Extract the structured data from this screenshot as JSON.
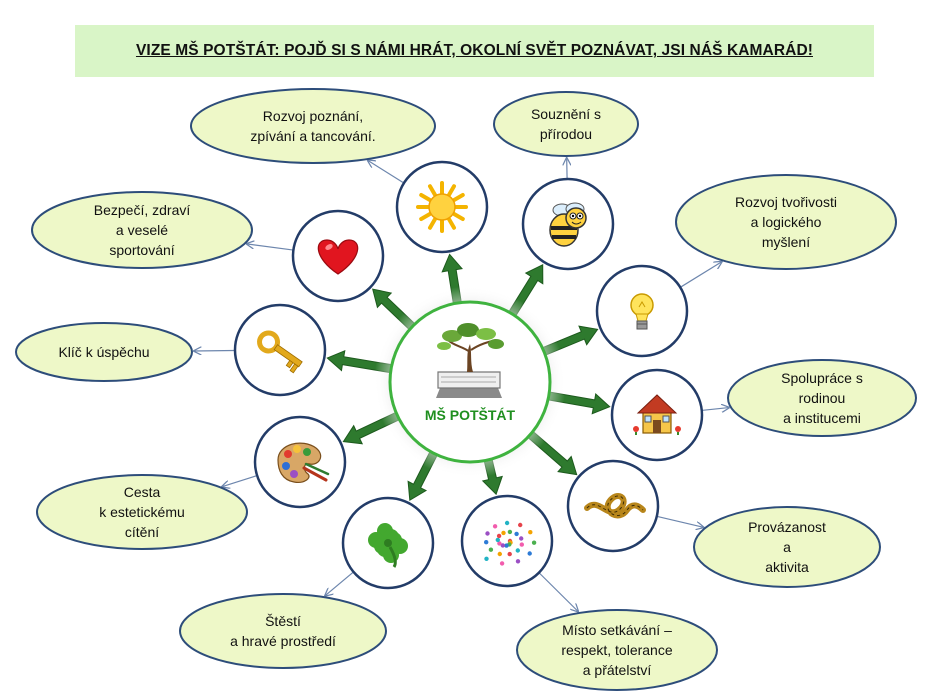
{
  "title": "VIZE MŠ POTŠTÁT: POJĎ SI S NÁMI HRÁT, OKOLNÍ SVĚT POZNÁVAT, JSI NÁŠ KAMARÁD!",
  "center": {
    "label": "MŠ  POTŠTÁT",
    "icon": "tree-on-book-icon"
  },
  "colors": {
    "oval_fill": "#eef8c8",
    "oval_stroke": "#2d4d7a",
    "circle_stroke": "#233c68",
    "arrow": "#2e7a2e",
    "banner": "#d9f5c7"
  },
  "branches": [
    {
      "icon": "sun-icon",
      "lines": [
        "Rozvoj poznání,",
        "zpívání a tancování."
      ]
    },
    {
      "icon": "bee-icon",
      "lines": [
        "Souznění s",
        "přírodou"
      ]
    },
    {
      "icon": "lightbulb-icon",
      "lines": [
        "Rozvoj tvořivosti",
        "a logického",
        "myšlení"
      ]
    },
    {
      "icon": "house-icon",
      "lines": [
        "Spolupráce s",
        "rodinou",
        "a institucemi"
      ]
    },
    {
      "icon": "knot-icon",
      "lines": [
        "Provázanost",
        "a",
        "aktivita"
      ]
    },
    {
      "icon": "handprint-spiral-icon",
      "lines": [
        "Místo setkávání –",
        "respekt, tolerance",
        "a přátelství"
      ]
    },
    {
      "icon": "clover-icon",
      "lines": [
        "Štěstí",
        "a hravé prostředí"
      ]
    },
    {
      "icon": "palette-icon",
      "lines": [
        "Cesta",
        "k estetickému",
        "cítění"
      ]
    },
    {
      "icon": "key-icon",
      "lines": [
        "Klíč k úspěchu"
      ]
    },
    {
      "icon": "heart-icon",
      "lines": [
        "Bezpečí, zdraví",
        "a veselé",
        "sportování"
      ]
    }
  ]
}
